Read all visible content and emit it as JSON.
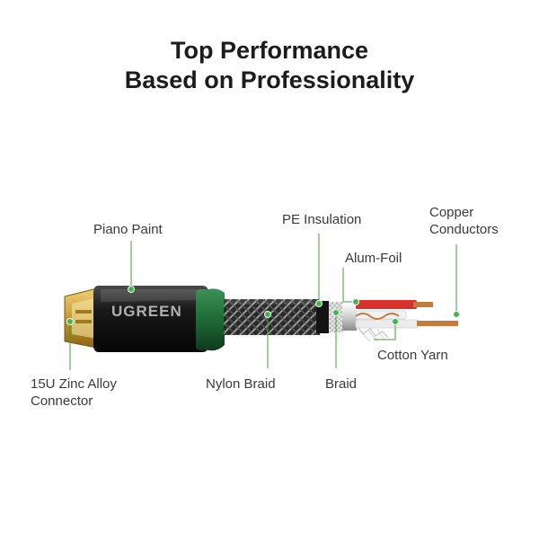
{
  "title": {
    "line1": "Top Performance",
    "line2": "Based on Professionality"
  },
  "brand": {
    "logo_text": "UGREEN"
  },
  "labels": {
    "piano_paint": "Piano Paint",
    "pe_insulation": "PE Insulation",
    "copper_line1": "Copper",
    "copper_line2": "Conductors",
    "alum_foil": "Alum-Foil",
    "cotton_yarn": "Cotton Yarn",
    "zinc_line1": "15U Zinc Alloy",
    "zinc_line2": "Connector",
    "nylon_braid": "Nylon Braid",
    "braid": "Braid"
  },
  "colors": {
    "leader_green": "#4a9a3c",
    "connector_green": "#1f6a36",
    "shell_black": "#1a1a1a",
    "gold": "#c8a03a",
    "red_wire": "#d9312b",
    "copper": "#c57a3e"
  }
}
